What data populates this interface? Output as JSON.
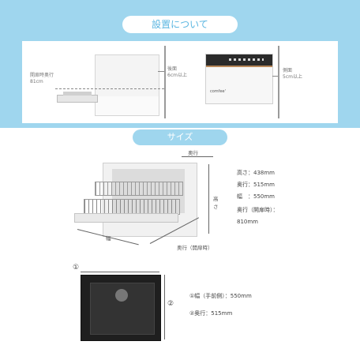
{
  "install": {
    "heading": "設置について",
    "open_depth_label": "開扉時奥行",
    "open_depth_value": "81cm",
    "rear_label": "後面",
    "rear_value": "6cm以上",
    "side_label": "側面",
    "side_value": "5cm以上",
    "brand_text": "comfee'"
  },
  "size": {
    "heading": "サイズ",
    "dims": {
      "depth": "奥行",
      "height": "高さ",
      "width": "幅",
      "depth_open": "奥行（開扉時）"
    },
    "specs": [
      "高さ：438mm",
      "奥行：515mm",
      "幅　：550mm",
      "奥行（開扉時）：",
      "810mm"
    ]
  },
  "bottom": {
    "marker_1": "①",
    "marker_2": "②",
    "specs": [
      "①幅（手前側）：550mm",
      "②奥行：515mm"
    ]
  },
  "colors": {
    "accent": "#9fd6ee",
    "accent_text": "#5bb6e1",
    "panel_bg": "#ffffff",
    "appliance_dark": "#2b2b2b"
  }
}
